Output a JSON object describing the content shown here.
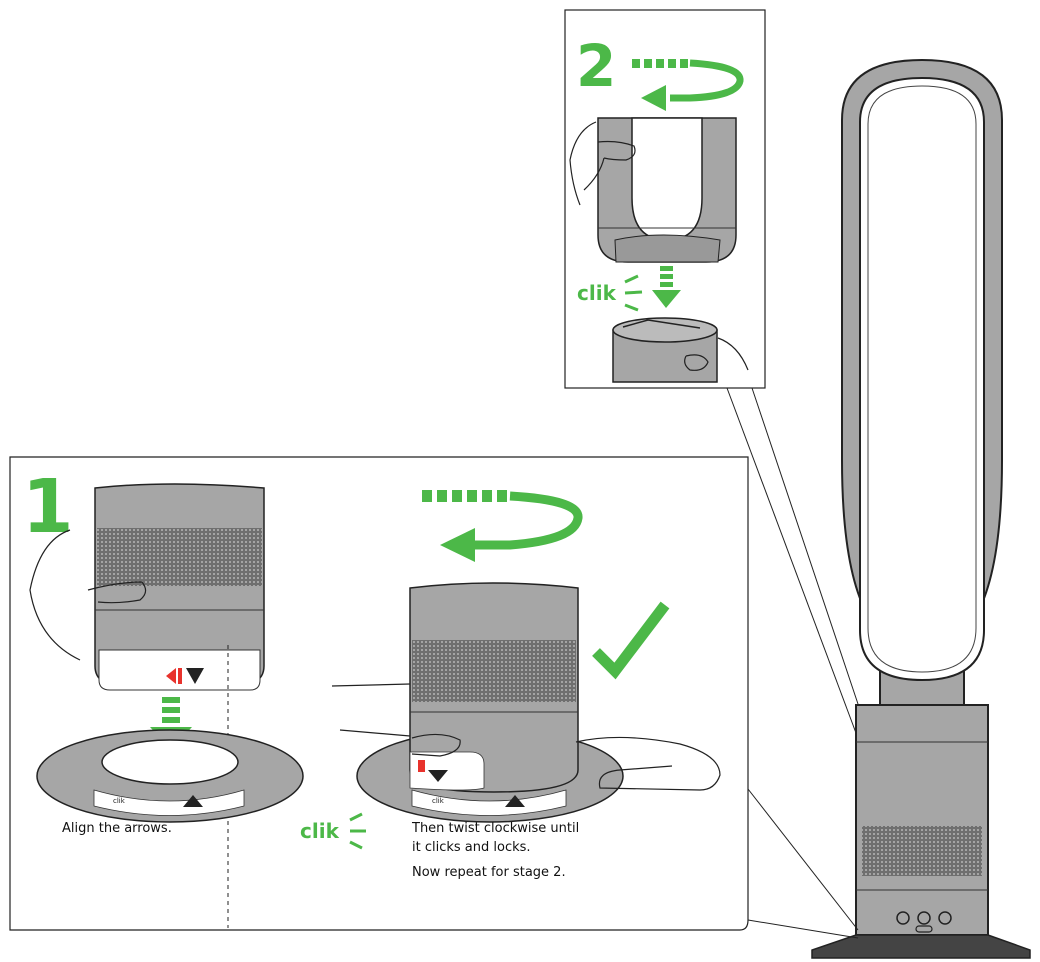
{
  "step1": {
    "number": "1",
    "left_clik": "clik",
    "left_caption": "Align the arrows.",
    "right_clik": "clik",
    "right_caption_line1": "Then twist clockwise until",
    "right_caption_line2": "it clicks and locks.",
    "right_caption_line3": "Now repeat for stage 2."
  },
  "step2": {
    "number": "2",
    "clik": "clik"
  },
  "ring_label_text": "clik",
  "colors": {
    "green": "#4cb848",
    "gray": "#a7a7a7",
    "dark": "#222222",
    "red": "#e8322c"
  }
}
